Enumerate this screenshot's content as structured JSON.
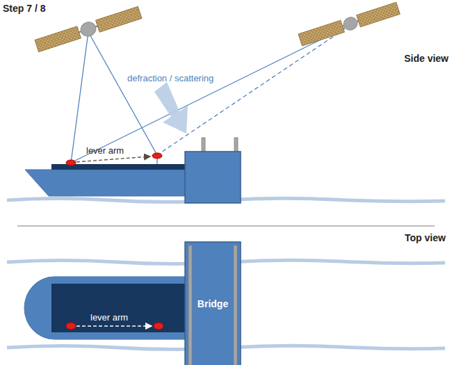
{
  "diagram": {
    "title": "Step 7 / 8",
    "nodes": [
      {
        "text": [
          "Bridge"
        ]
      }
    ],
    "labels": [
      "Side view",
      "defraction / scattering",
      "lever arm",
      "Top view",
      "lever arm"
    ]
  }
}
